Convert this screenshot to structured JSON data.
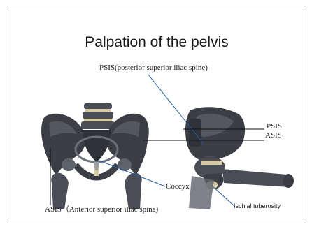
{
  "title": "Palpation of the pelvis",
  "labels": {
    "psis_full": "PSIS(posterior superior iliac spine)",
    "psis": "PSIS",
    "asis": "ASIS",
    "coccyx": "Coccyx",
    "asis_full": "ASIS（Anterior superior iliac spine)",
    "ischial_tuberosity": "Ischial tuberosity"
  },
  "colors": {
    "bone_dark": "#3b3e45",
    "bone_mid": "#5e626b",
    "bone_light": "#9aa0a6",
    "cartilage": "#d7c9a4",
    "leader_blue": "#1f5fa8",
    "leader_black": "#111111"
  }
}
